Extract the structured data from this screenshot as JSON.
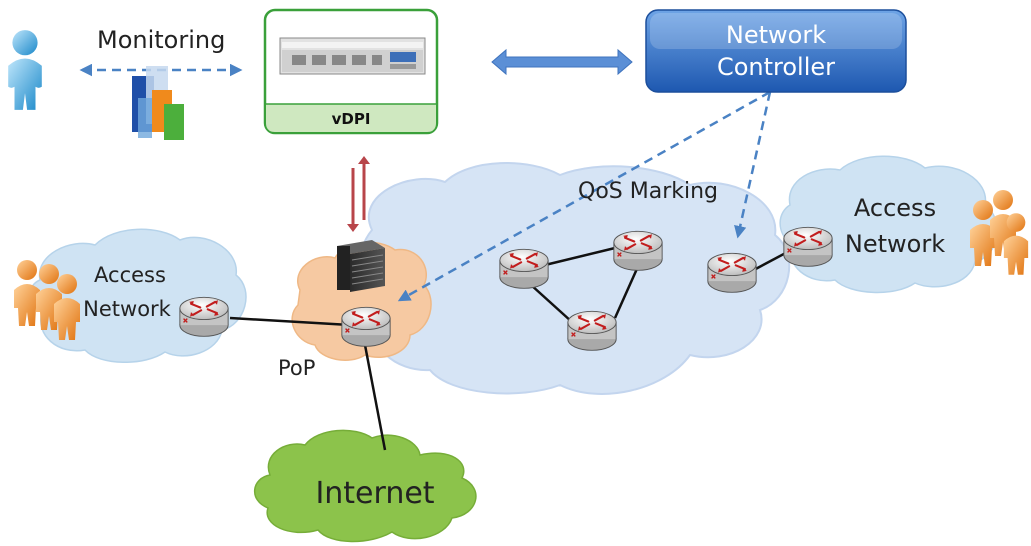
{
  "labels": {
    "monitoring": "Monitoring",
    "vdpi": "vDPI",
    "controller_line1": "Network",
    "controller_line2": "Controller",
    "qos": "QoS Marking",
    "access_left_line1": "Access",
    "access_left_line2": "Network",
    "access_right_line1": "Access",
    "access_right_line2": "Network",
    "pop": "PoP",
    "internet": "Internet"
  },
  "icons": {
    "user": "person-icon",
    "monitoring_chart": "bar-chart-icon",
    "vdpi_appliance": "server-appliance-icon",
    "server": "server-rack-icon",
    "router": "router-icon",
    "people": "people-group-icon"
  },
  "colors": {
    "controller_fill": "#2e6fc9",
    "vdpi_border": "#3aa03a",
    "vdpi_label_bg": "#cfe8c0",
    "core_cloud": "#d6e4f5",
    "access_cloud": "#cfe3f3",
    "pop_cloud": "#f6c9a2",
    "internet_cloud": "#8cc34b",
    "dashed_link": "#4a82c4",
    "red_arrow": "#b8454a",
    "people": "#f08a1c"
  }
}
